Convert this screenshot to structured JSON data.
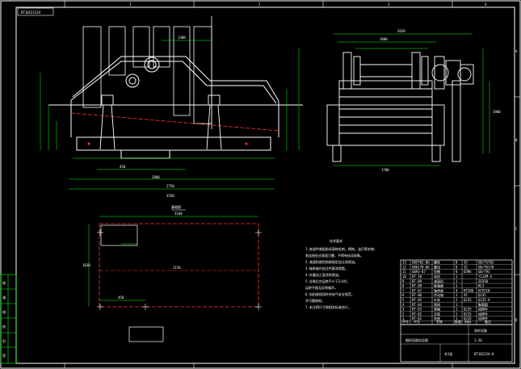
{
  "drawing": {
    "title_box": "DT10151234",
    "zone_numbers_top": [
      "1",
      "2",
      "3",
      "4"
    ],
    "zone_letters_right": [
      "A",
      "B",
      "C",
      "D"
    ],
    "front_view": {
      "dims": [
        "2800",
        "1300",
        "2750",
        "3350",
        "450"
      ]
    },
    "side_view": {
      "dims": [
        "2020",
        "1800",
        "1700",
        "1900"
      ]
    },
    "base_plan": {
      "title": "基础图",
      "dims": [
        "3160",
        "3150",
        "1830",
        "450"
      ]
    },
    "tech_requirements": {
      "title": "技术要求",
      "items": [
        "1.各部件装配前须清除毛刺，锈蚀，油污等杂物；",
        "  各连接处应紧固可靠，不得有松动现象。",
        "2.减速机使用前按规定加注润滑油。",
        "3.轴承座内加注钙基润滑脂。",
        "4.外露加工面涂防锈油。",
        "5.总装后空运转不少于2小时，",
        "  运转平稳无异常噪声。",
        "6.电机接线须符合电气安全规范，",
        "  并可靠接地。",
        "7.未注明尺寸按相关标准执行。"
      ]
    },
    "parts_table": {
      "rows": [
        [
          "13",
          "GB5782-86",
          "螺栓",
          "8",
          "35",
          "GB/T5782"
        ],
        [
          "12",
          "GB6170-86",
          "螺母",
          "8",
          "35",
          "GB/T6170"
        ],
        [
          "11",
          "GB93-87",
          "垫圈",
          "8",
          "65Mn",
          "GB/T93"
        ],
        [
          "10",
          "DT-10",
          "电机",
          "1",
          "",
          "Y132M-4"
        ],
        [
          "9",
          "DT-09",
          "减速机",
          "1",
          "",
          "ZQ350"
        ],
        [
          "8",
          "DT-08",
          "联轴器",
          "1",
          "",
          "HL3"
        ],
        [
          "7",
          "DT-07",
          "轴承座",
          "4",
          "HT200",
          "UCP210"
        ],
        [
          "6",
          "DT-06",
          "传动轴",
          "1",
          "45",
          "Q235"
        ],
        [
          "5",
          "DT-05",
          "叶轮",
          "2",
          "Q235",
          "Q235-A"
        ],
        [
          "4",
          "DT-04",
          "筛网",
          "1",
          "",
          "聚氨酯"
        ],
        [
          "3",
          "DT-03",
          "筛箱",
          "1",
          "Q235",
          "组焊件"
        ],
        [
          "2",
          "DT-02",
          "支架",
          "2",
          "Q235",
          "组焊件"
        ],
        [
          "1",
          "DT-01",
          "底座",
          "1",
          "Q235",
          "组焊件"
        ]
      ],
      "header": [
        "序号",
        "代号",
        "名称",
        "数量",
        "材料",
        "备注"
      ]
    },
    "title_block": {
      "name": "细砂回收机总图",
      "drawing_no": "DT101234-0",
      "org": "洗砂设备",
      "scale": "1:20",
      "sheet": "共1张"
    },
    "left_strip": [
      "借",
      "通",
      "描",
      "校",
      "旧",
      "签"
    ]
  }
}
